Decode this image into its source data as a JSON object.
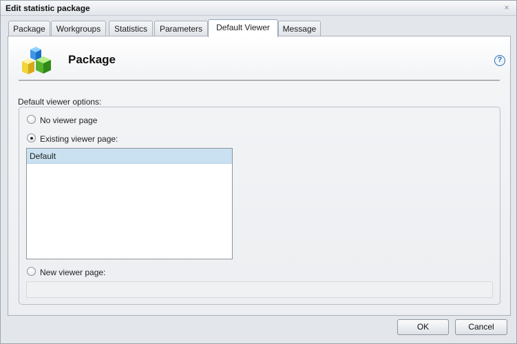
{
  "window": {
    "title": "Edit statistic package",
    "close_glyph": "×"
  },
  "tabs": [
    {
      "label": "Package",
      "active": false
    },
    {
      "label": "Workgroups",
      "active": false
    },
    {
      "label": "Statistics",
      "active": false
    },
    {
      "label": "Parameters",
      "active": false
    },
    {
      "label": "Default Viewer",
      "active": true
    },
    {
      "label": "Message",
      "active": false
    }
  ],
  "header": {
    "title": "Package",
    "help_glyph": "?"
  },
  "viewer": {
    "group_label": "Default viewer options:",
    "option_none": "No viewer page",
    "option_existing": "Existing viewer page:",
    "option_new": "New viewer page:",
    "selected_option": "existing",
    "list": [
      "Default"
    ],
    "new_value": ""
  },
  "buttons": {
    "ok": "OK",
    "cancel": "Cancel"
  },
  "colors": {
    "selection": "#c9e1f0",
    "accent": "#2e6fb3"
  }
}
